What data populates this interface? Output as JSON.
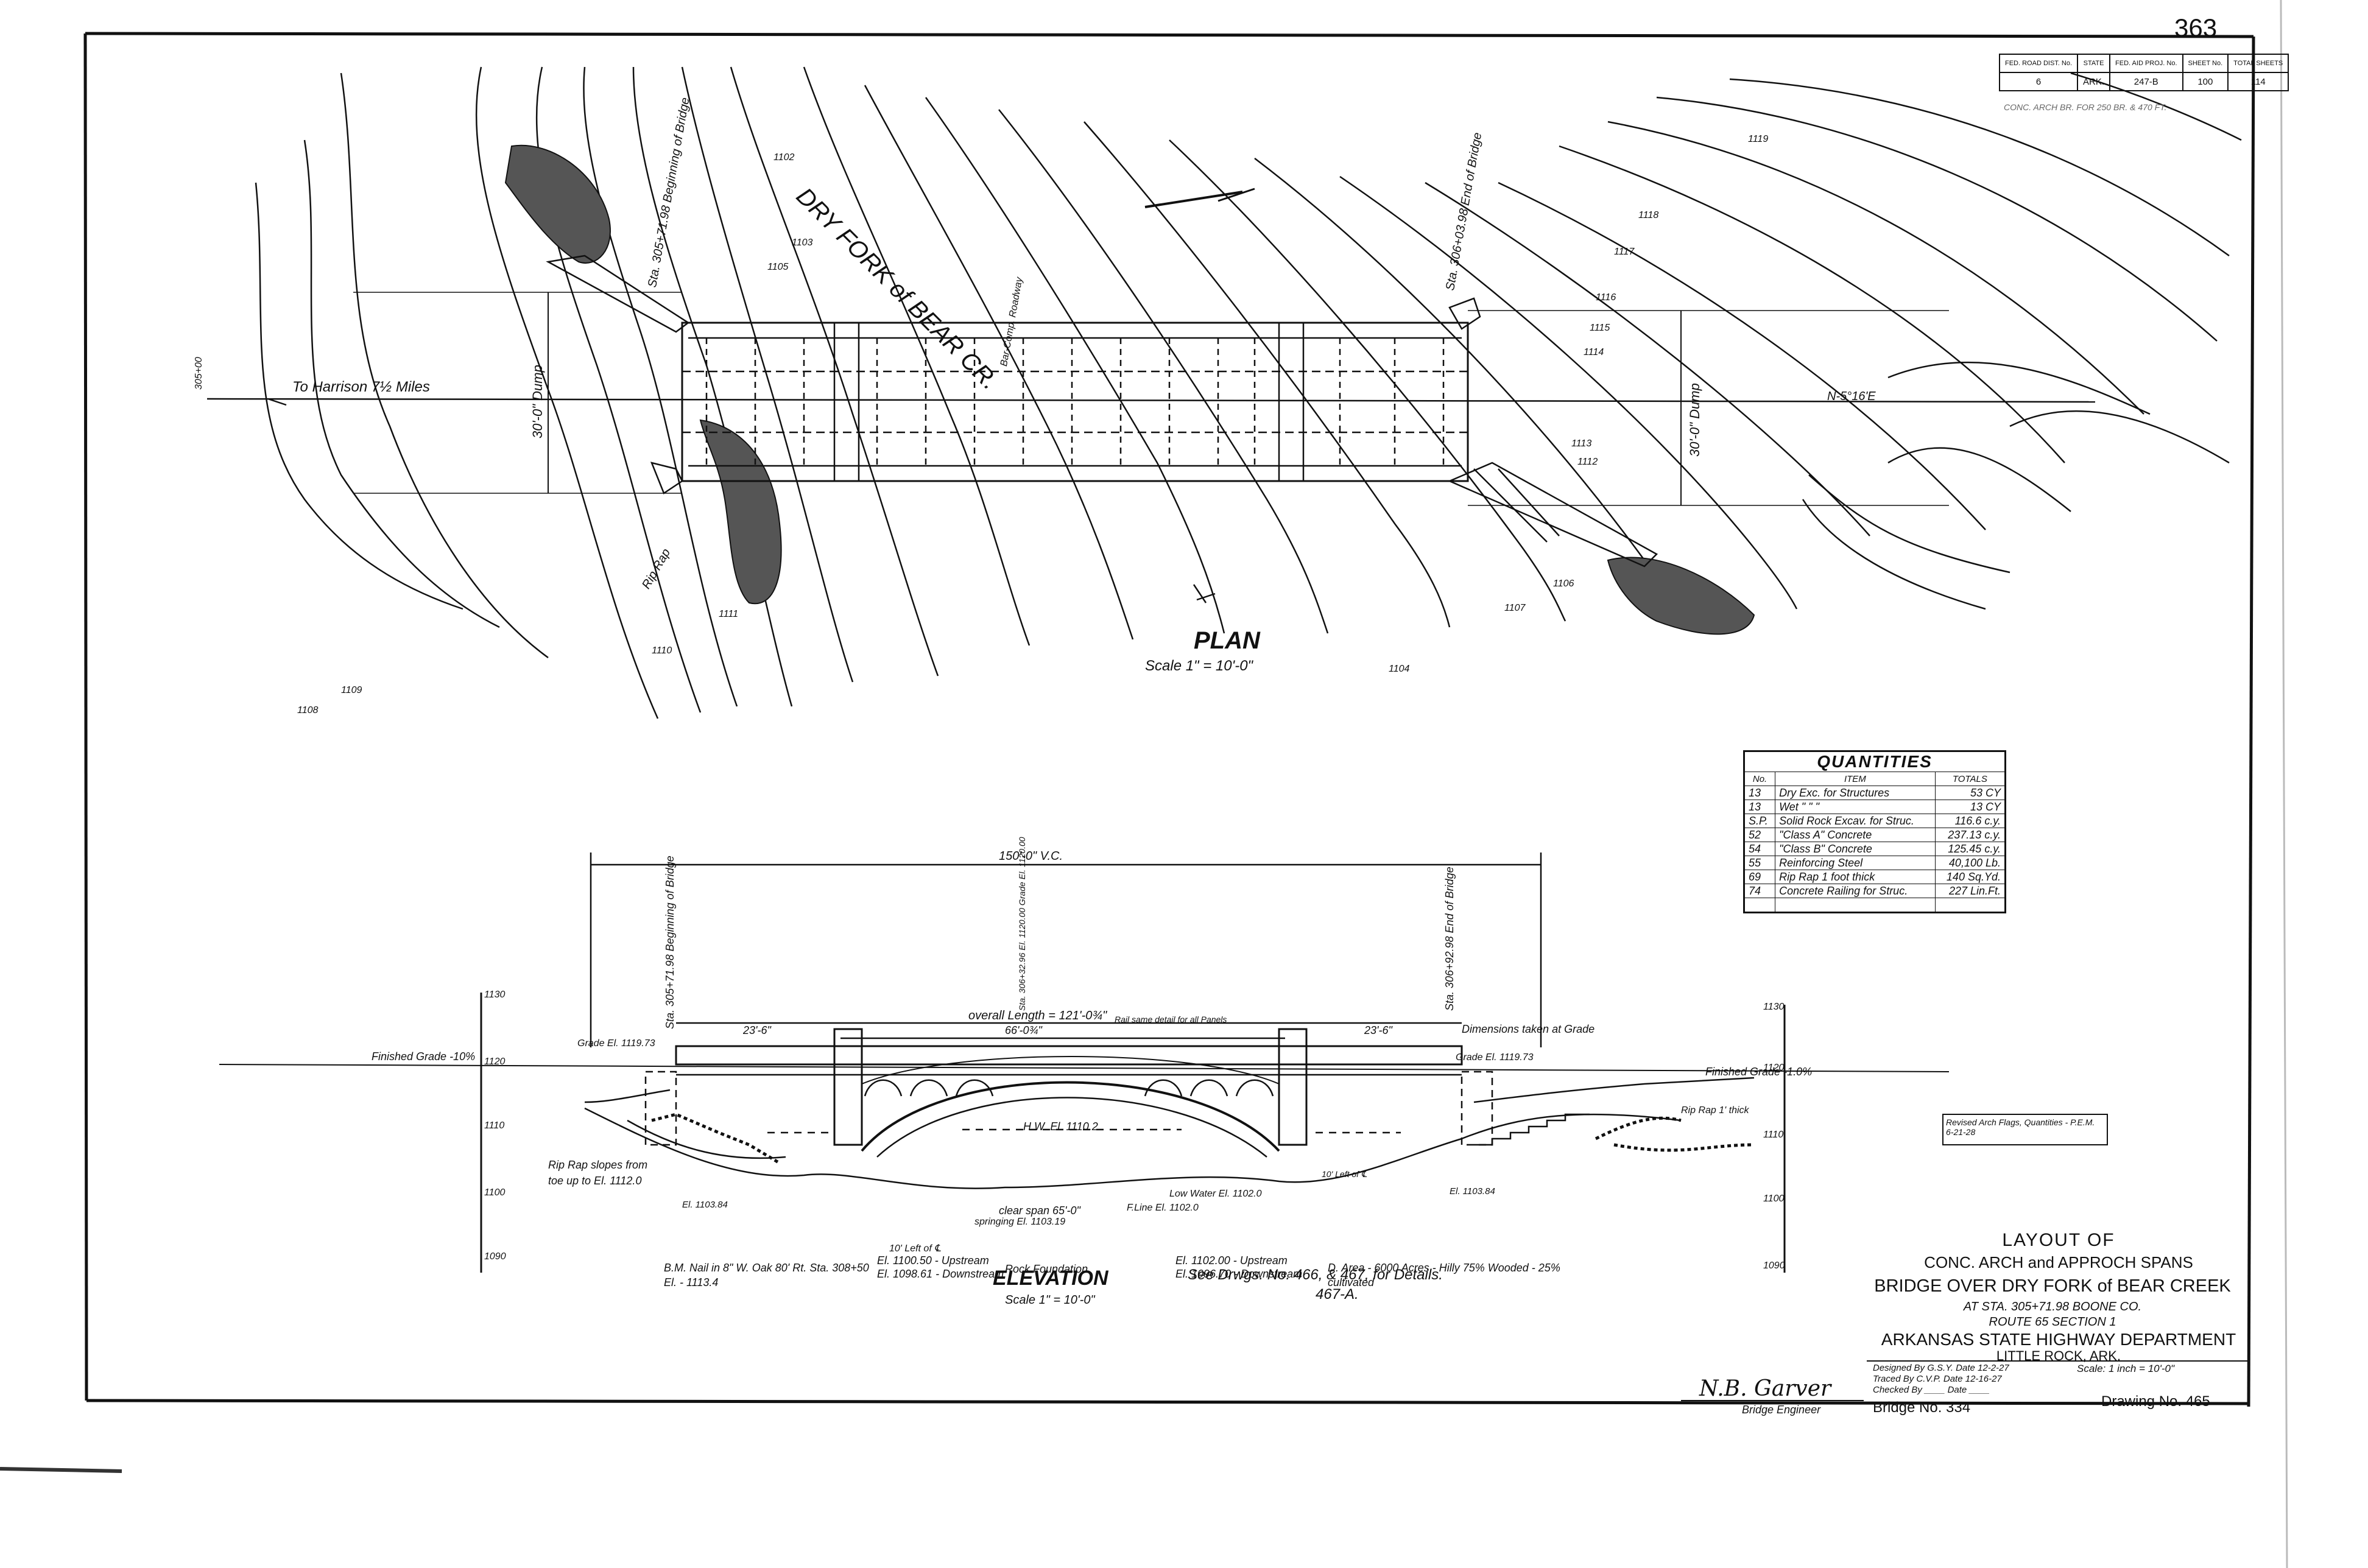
{
  "sheet_number": "363",
  "header_table": {
    "headers": [
      "FED. ROAD DIST. No.",
      "STATE",
      "FED. AID PROJ. No.",
      "SHEET No.",
      "TOTAL SHEETS"
    ],
    "values": [
      "6",
      "ARK.",
      "247-B",
      "100",
      "114"
    ]
  },
  "header_note": "CONC. ARCH BR. FOR 250 BR. & 470 FT.",
  "plan": {
    "stream_name": "DRY FORK of BEAR CR.",
    "title": "PLAN",
    "scale": "Scale 1\" = 10'-0\"",
    "to_harrison": "To Harrison 7½ Miles",
    "bearing": "N-5°16'E",
    "roadway_note": "Bar-Comp. Roadway",
    "station_start": "Sta. 305+71.98 Beginning of Bridge",
    "station_end": "Sta. 306+03.98 End of Bridge",
    "dump_left": "30'-0\" Dump",
    "dump_right": "30'-0\" Dump",
    "riprap_label": "Rip Rap",
    "left_station": "305+00",
    "contours": [
      "1108",
      "1109",
      "1110",
      "1111",
      "1112",
      "1113",
      "1114",
      "1115",
      "1116",
      "1117",
      "1118",
      "1119",
      "1102",
      "1103",
      "1104",
      "1105",
      "1106",
      "1107"
    ]
  },
  "quantities": {
    "title": "QUANTITIES",
    "headers": [
      "No.",
      "ITEM",
      "TOTALS"
    ],
    "rows": [
      {
        "no": "13",
        "item": "Dry Exc. for Structures",
        "total": "53 CY"
      },
      {
        "no": "13",
        "item": "Wet \"  \"  \"",
        "total": "13 CY"
      },
      {
        "no": "S.P.",
        "item": "Solid Rock Excav. for Struc.",
        "total": "116.6 c.y."
      },
      {
        "no": "52",
        "item": "\"Class A\" Concrete",
        "total": "237.13 c.y."
      },
      {
        "no": "54",
        "item": "\"Class B\" Concrete",
        "total": "125.45 c.y."
      },
      {
        "no": "55",
        "item": "Reinforcing Steel",
        "total": "40,100 Lb."
      },
      {
        "no": "69",
        "item": "Rip Rap 1 foot thick",
        "total": "140 Sq.Yd."
      },
      {
        "no": "74",
        "item": "Concrete Railing for Struc.",
        "total": "227 Lin.Ft."
      }
    ]
  },
  "elevation": {
    "title": "ELEVATION",
    "scale": "Scale 1\" = 10'-0\"",
    "overall_vc": "150'-0\" V.C.",
    "overall_length": "overall Length = 121'-0¾\"",
    "center_span": "66'-0¾\"",
    "span_left": "23'-6\"",
    "span_right": "23'-6\"",
    "rail_note": "Rail same detail for all Panels",
    "station_start": "Sta. 305+71.98 Beginning of Bridge",
    "station_center": "Sta. 306+32.96 El. 1120.00 Grade El. 1120.00",
    "station_end": "Sta. 306+92.98 End of Bridge",
    "finished_grade_left": "Finished Grade -10%",
    "finished_grade_right": "Finished Grade -1.0%",
    "grade_left": "Grade El. 1119.73",
    "grade_right": "Grade El. 1119.73",
    "dimensions_note": "Dimensions taken at Grade",
    "hw": "H.W. El. 1110.2",
    "clear_span": "clear span 65'-0\"",
    "springing": "springing El. 1103.19",
    "f_line": "F.Line El. 1102.0",
    "low_water": "Low Water El. 1102.0",
    "el_left": "El. 1103.84",
    "el_right": "El. 1103.84",
    "riprap_slopes": "Rip Rap slopes from toe up to El. 1112.0",
    "riprap_right": "Rip Rap 1' thick",
    "left_of_cl": "10' Left of ℄",
    "left_of_cl_right": "10' Left of ℄",
    "upstream_left": "El. 1100.50 - Upstream",
    "downstream_left": "El. 1098.61 - Downstream",
    "rock_foundation": "Rock Foundation",
    "upstream_right": "El. 1102.00 - Upstream",
    "downstream_right": "El. 1096.70 - Downstream",
    "bm": "B.M. Nail in 8\" W. Oak 80' Rt. Sta. 308+50 El. - 1113.4",
    "drainage": "D. Area - 6000 Acres - Hilly 75% Wooded - 25% cultivated",
    "see_drawings": "See Drwgs. No. 466, & 467, for Details.",
    "see_drawings_2": "467-A.",
    "scale_ticks": [
      "1130",
      "1120",
      "1110",
      "1100",
      "1090"
    ]
  },
  "revised_stamp": "Revised Arch Flags, Quantities - P.E.M. 6-21-28",
  "title_block": {
    "line1": "LAYOUT OF",
    "line2": "CONC. ARCH and APPROCH SPANS",
    "line3": "BRIDGE OVER DRY FORK of BEAR CREEK",
    "line4": "AT STA. 305+71.98   BOONE CO.",
    "line5": "ROUTE 65   SECTION 1",
    "line6": "ARKANSAS STATE HIGHWAY DEPARTMENT",
    "line7": "LITTLE ROCK, ARK.",
    "designed": "Designed By G.S.Y. Date 12-2-27",
    "traced": "Traced By C.V.P. Date 12-16-27",
    "checked": "Checked By ____ Date ____",
    "scale": "Scale: 1 inch = 10'-0\"",
    "signature": "N.B. Garver",
    "engineer": "Bridge Engineer",
    "bridge_no": "Bridge No. 334",
    "drawing_no": "Drawing No. 465"
  }
}
